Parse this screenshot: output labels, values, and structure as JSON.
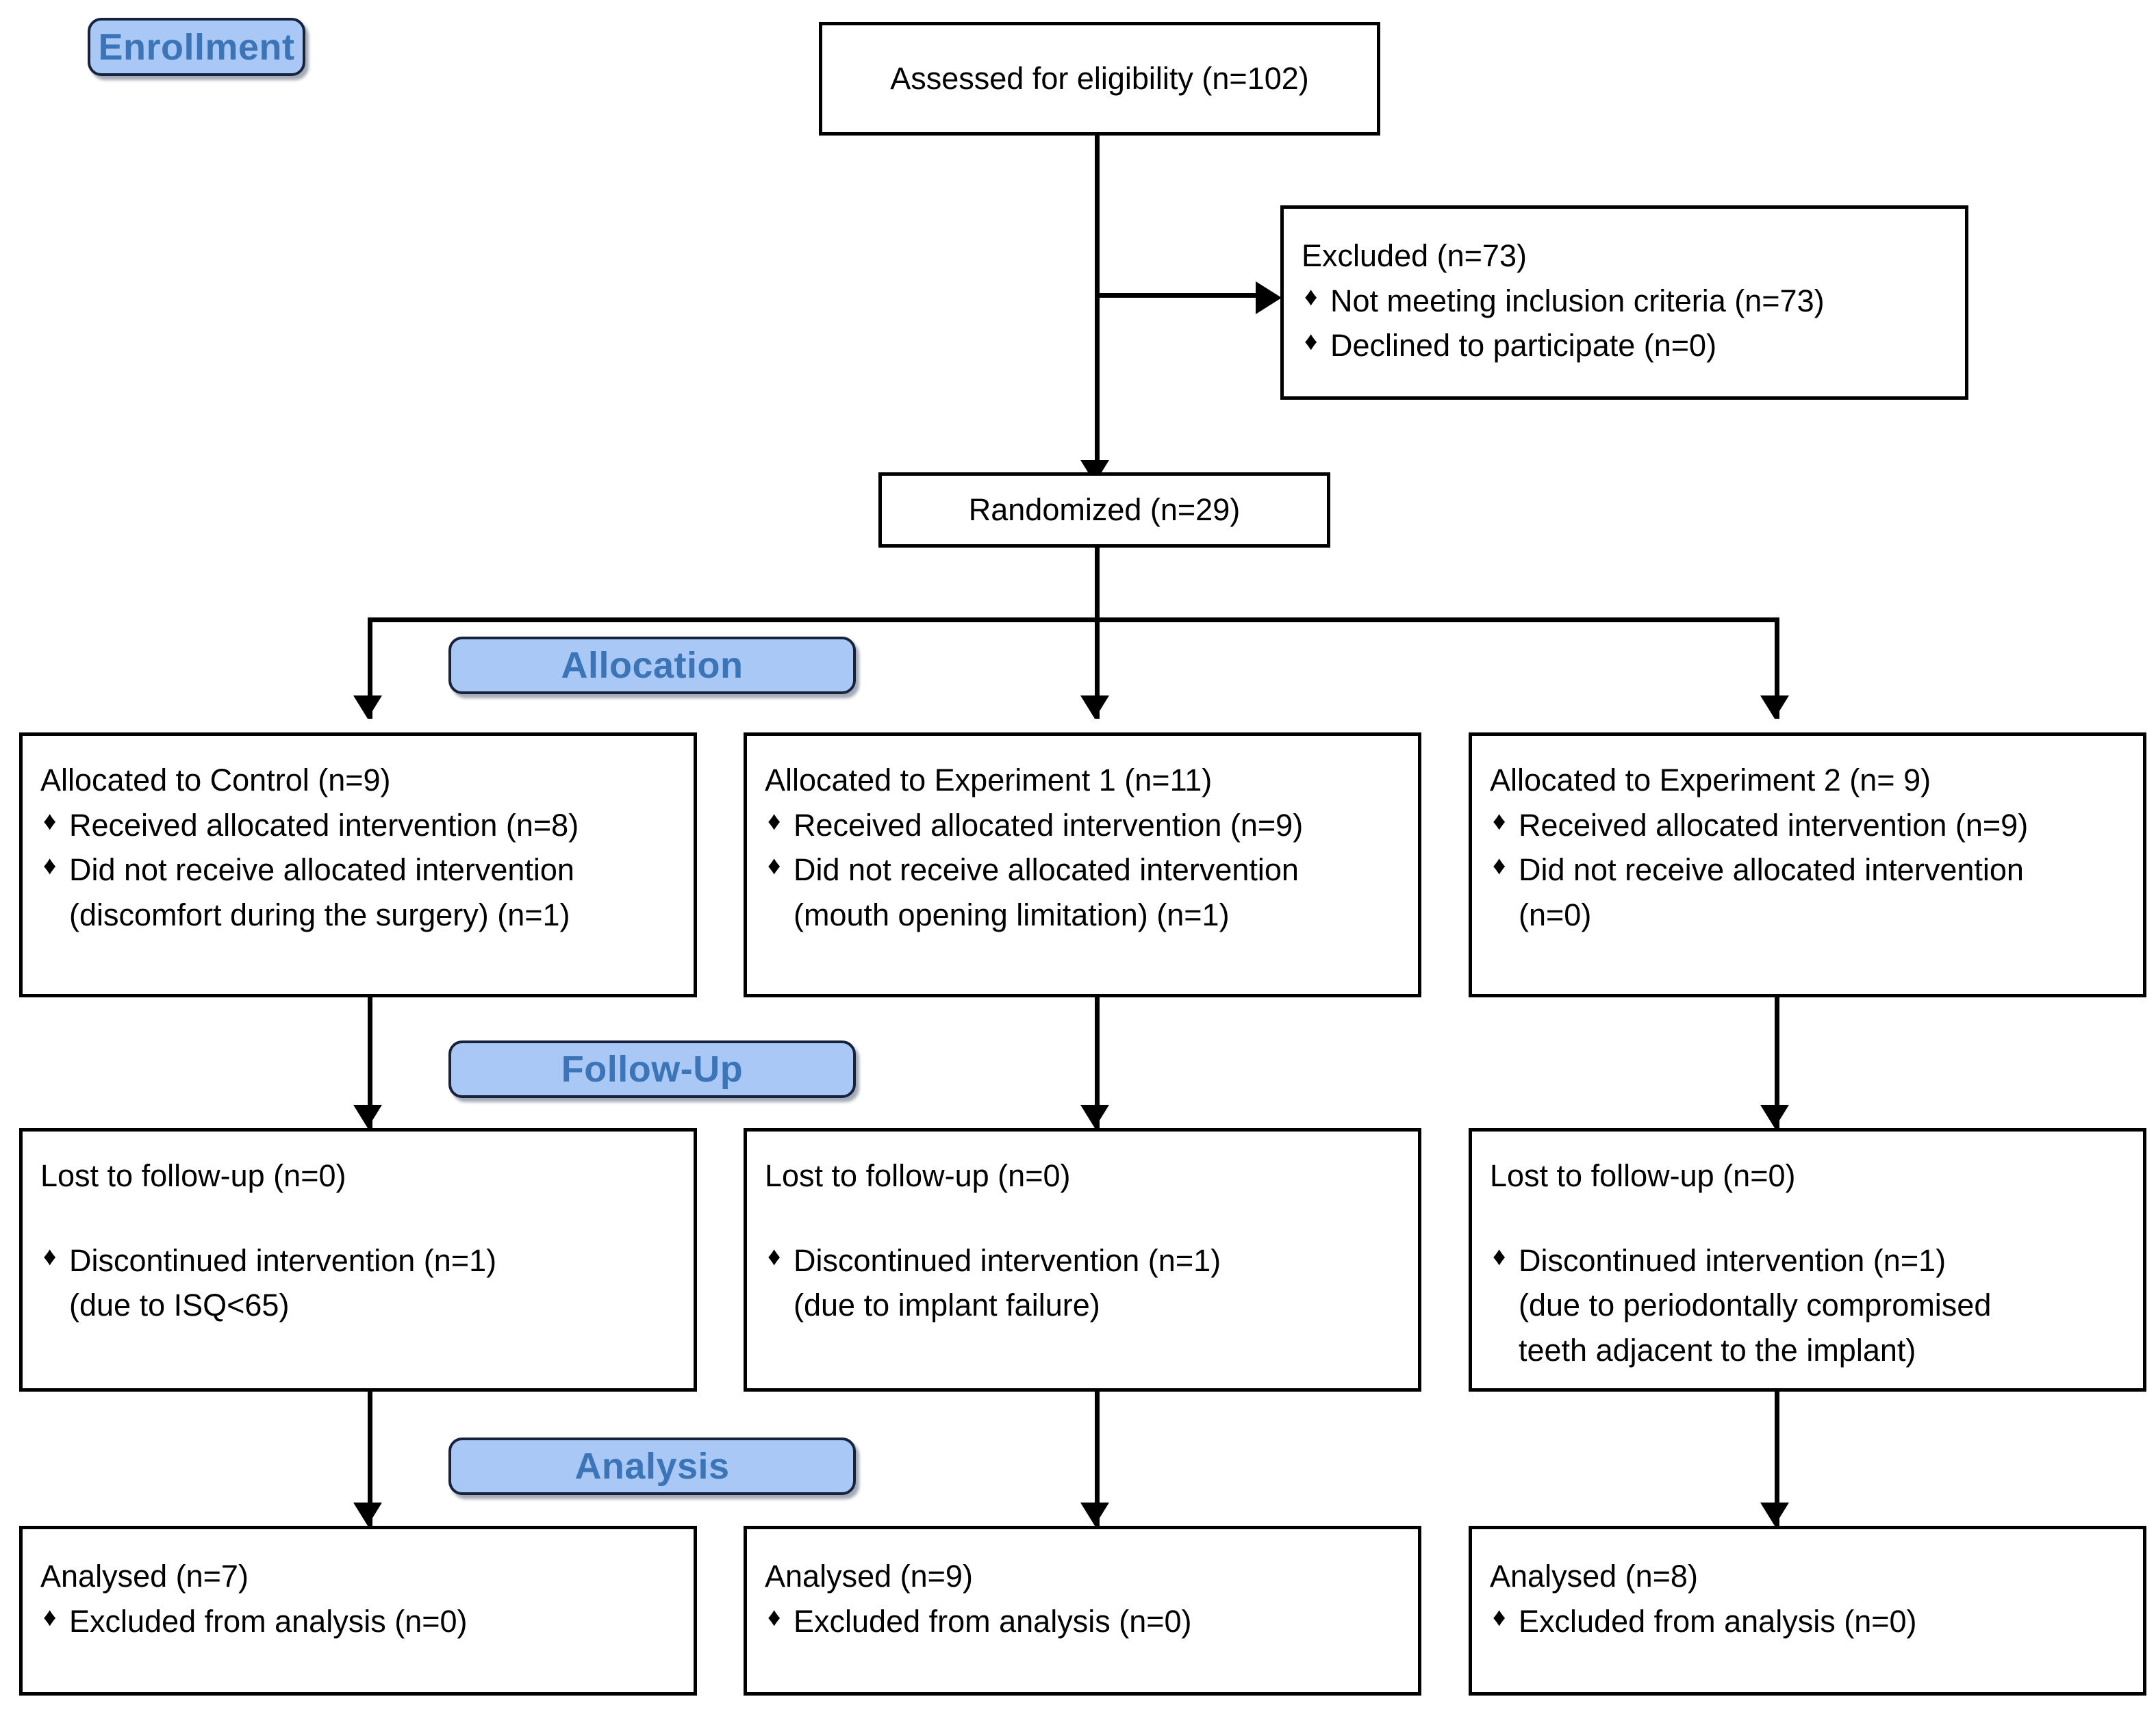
{
  "diagram": {
    "title": "CONSORT participant flow diagram",
    "colors": {
      "pill_fill": "#a9c8f5",
      "pill_border": "#17233d",
      "pill_text": "#3b75b8",
      "box_border": "#000000",
      "box_fill": "#ffffff",
      "text": "#000000"
    },
    "bullet_glyph": "♦"
  },
  "stages": [
    {
      "id": "enrollment",
      "label": "Enrollment"
    },
    {
      "id": "allocation",
      "label": "Allocation"
    },
    {
      "id": "followup",
      "label": "Follow-Up"
    },
    {
      "id": "analysis",
      "label": "Analysis"
    }
  ],
  "enrollment": {
    "assessed": {
      "headline": "Assessed for eligibility (n=102)"
    },
    "excluded": {
      "headline": "Excluded (n=73)",
      "items": [
        "Not meeting inclusion criteria (n=73)",
        "Declined to participate (n=0)"
      ]
    },
    "randomized": {
      "headline": "Randomized (n=29)"
    }
  },
  "arms": [
    {
      "id": "control",
      "allocation": {
        "headline": "Allocated to Control (n=9)",
        "items": [
          {
            "text": "Received allocated intervention (n=8)",
            "cont": ""
          },
          {
            "text": "Did not receive allocated intervention",
            "cont": "(discomfort during the surgery) (n=1)"
          }
        ]
      },
      "followup": {
        "headline": "Lost to follow-up (n=0)",
        "items": [
          {
            "text": "Discontinued intervention (n=1)",
            "cont": "(due to ISQ<65)"
          }
        ]
      },
      "analysis": {
        "headline": "Analysed (n=7)",
        "items": [
          {
            "text": "Excluded from analysis (n=0)",
            "cont": ""
          }
        ]
      }
    },
    {
      "id": "experiment-1",
      "allocation": {
        "headline": "Allocated to Experiment 1 (n=11)",
        "items": [
          {
            "text": "Received allocated intervention (n=9)",
            "cont": ""
          },
          {
            "text": "Did not receive allocated intervention",
            "cont": "(mouth opening limitation) (n=1)"
          }
        ]
      },
      "followup": {
        "headline": "Lost to follow-up (n=0)",
        "items": [
          {
            "text": "Discontinued intervention (n=1)",
            "cont": "(due to implant failure)"
          }
        ]
      },
      "analysis": {
        "headline": "Analysed (n=9)",
        "items": [
          {
            "text": "Excluded from analysis (n=0)",
            "cont": ""
          }
        ]
      }
    },
    {
      "id": "experiment-2",
      "allocation": {
        "headline": "Allocated to Experiment 2 (n= 9)",
        "items": [
          {
            "text": "Received allocated intervention (n=9)",
            "cont": ""
          },
          {
            "text": "Did not receive allocated intervention",
            "cont": "(n=0)"
          }
        ]
      },
      "followup": {
        "headline": "Lost to follow-up (n=0)",
        "items": [
          {
            "text": "Discontinued intervention (n=1)",
            "cont": "(due to periodontally compromised"
          },
          {
            "text": "",
            "cont": "teeth adjacent to the implant)"
          }
        ]
      },
      "analysis": {
        "headline": "Analysed (n=8)",
        "items": [
          {
            "text": "Excluded from analysis (n=0)",
            "cont": ""
          }
        ]
      }
    }
  ]
}
